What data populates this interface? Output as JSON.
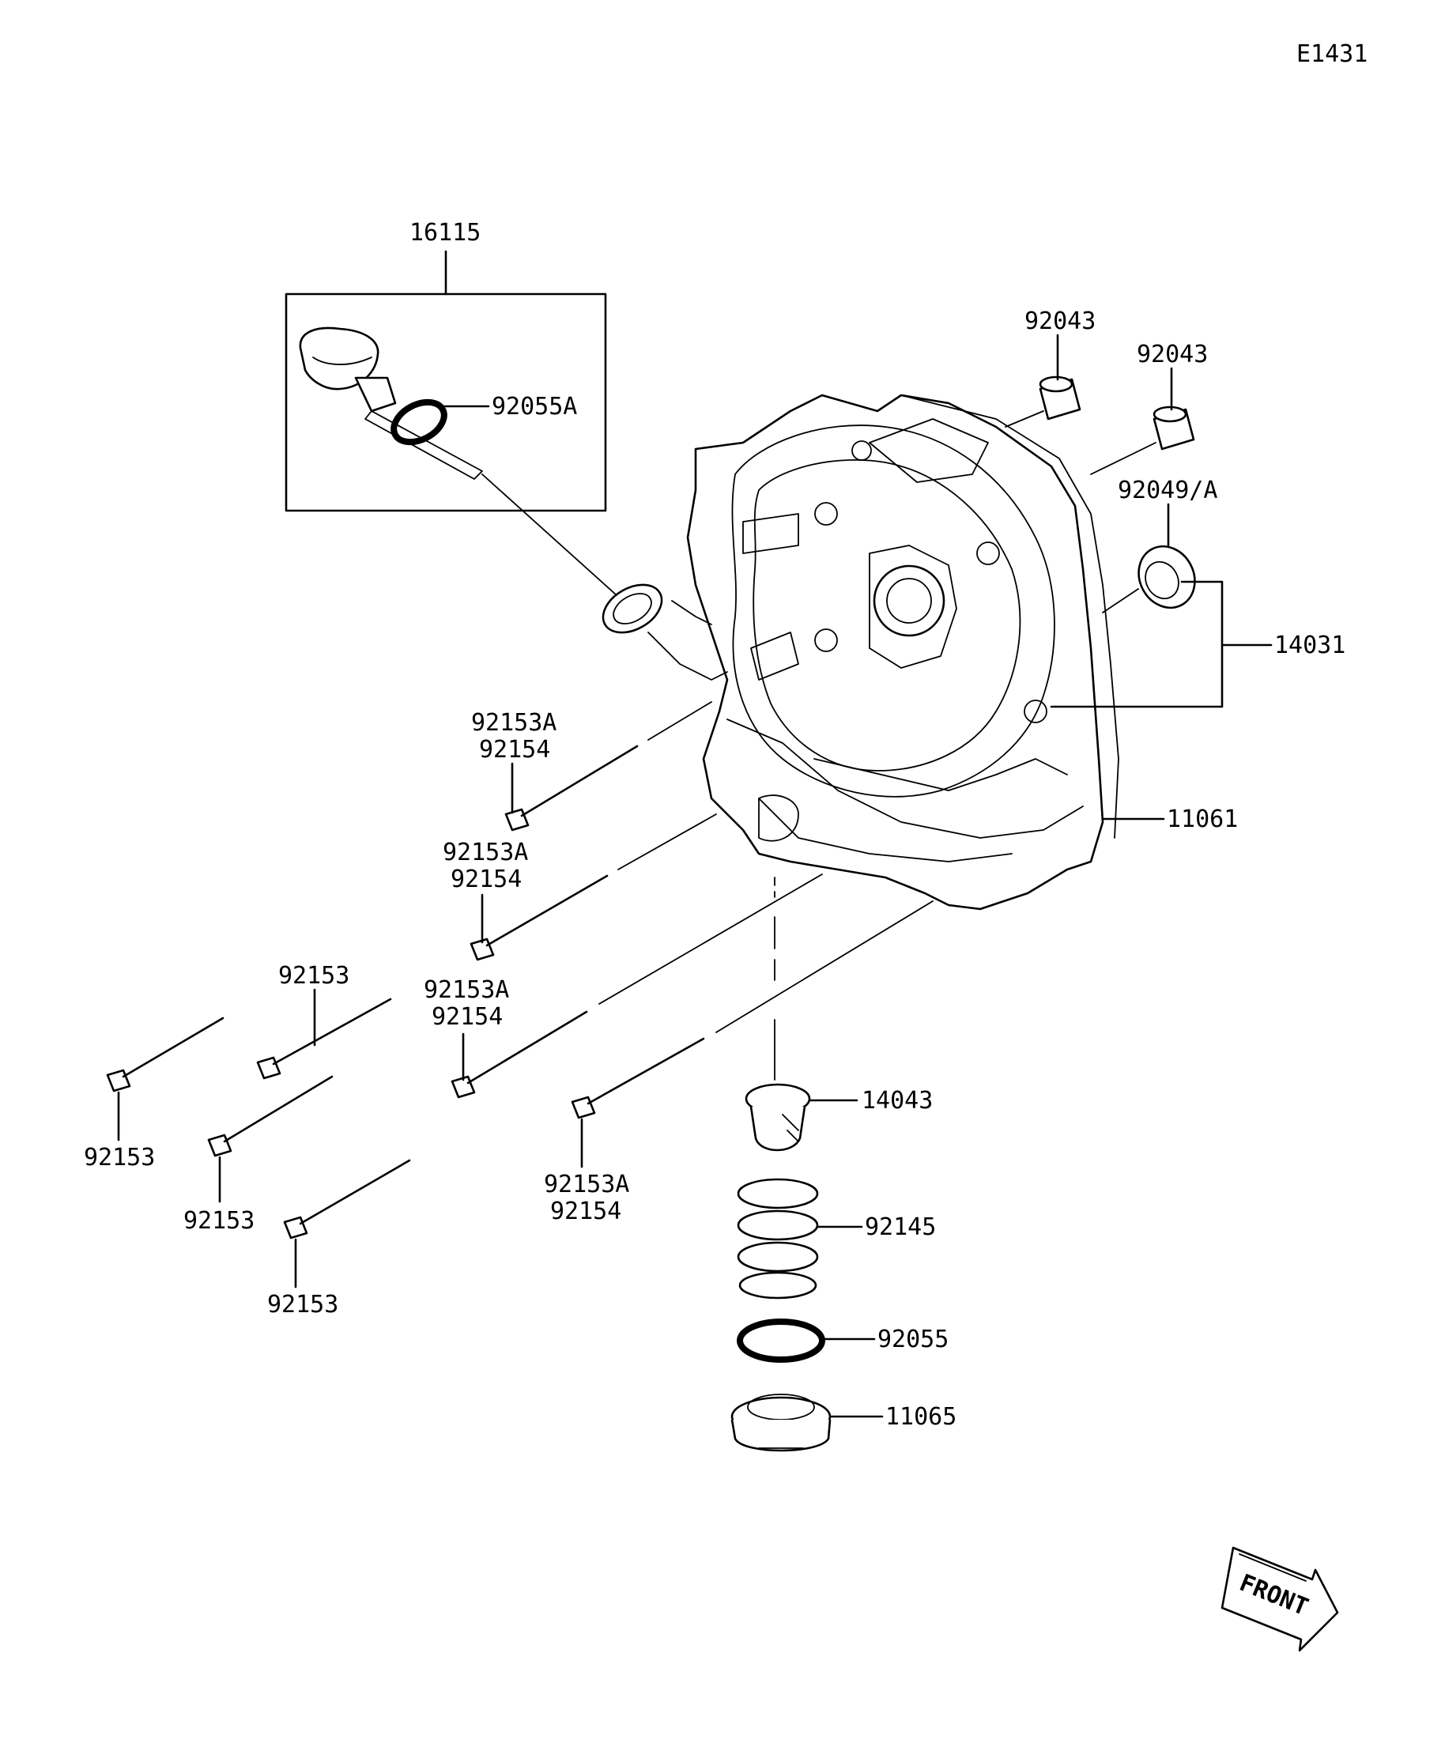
{
  "diagram_code": "E1431",
  "direction_label": "FRONT",
  "callouts": [
    {
      "id": "c-16115",
      "text": "16115"
    },
    {
      "id": "c-92055A",
      "text": "92055A"
    },
    {
      "id": "c-92043-a",
      "text": "92043"
    },
    {
      "id": "c-92043-b",
      "text": "92043"
    },
    {
      "id": "c-92049A",
      "text": "92049/A"
    },
    {
      "id": "c-14031",
      "text": "14031"
    },
    {
      "id": "c-11061",
      "text": "11061"
    },
    {
      "id": "c-92153A-1",
      "text": "92153A"
    },
    {
      "id": "c-92154-1",
      "text": "92154"
    },
    {
      "id": "c-92153A-2",
      "text": "92153A"
    },
    {
      "id": "c-92154-2",
      "text": "92154"
    },
    {
      "id": "c-92153-top",
      "text": "92153"
    },
    {
      "id": "c-92153A-3",
      "text": "92153A"
    },
    {
      "id": "c-92154-3",
      "text": "92154"
    },
    {
      "id": "c-92153-left",
      "text": "92153"
    },
    {
      "id": "c-92153-mid",
      "text": "92153"
    },
    {
      "id": "c-92153-bot",
      "text": "92153"
    },
    {
      "id": "c-92153A-4",
      "text": "92153A"
    },
    {
      "id": "c-92154-4",
      "text": "92154"
    },
    {
      "id": "c-14043",
      "text": "14043"
    },
    {
      "id": "c-92145",
      "text": "92145"
    },
    {
      "id": "c-92055",
      "text": "92055"
    },
    {
      "id": "c-11065",
      "text": "11065"
    }
  ]
}
